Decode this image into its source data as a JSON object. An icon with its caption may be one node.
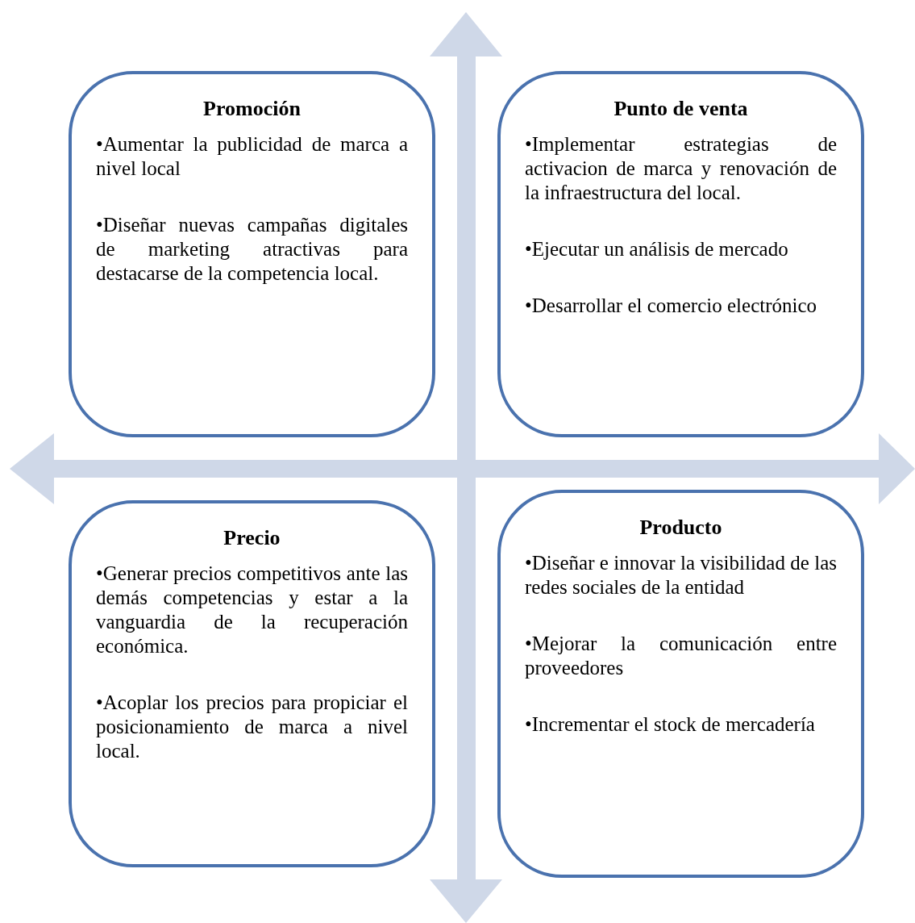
{
  "diagram": {
    "nodes": [
      {
        "text": [
          "Promoción",
          "•Aumentar la publicidad de marca a nivel local",
          "•Diseñar nuevas campañas digitales de marketing atractivas para destacarse de la competencia local."
        ]
      },
      {
        "text": [
          "Punto de venta",
          "•Implementar estrategias de activacion de marca y renovación de la infraestructura del local.",
          "•Ejecutar un análisis de mercado",
          "•Desarrollar el comercio electrónico"
        ]
      },
      {
        "text": [
          "Precio",
          "•Generar precios competitivos ante las demás competencias y estar a la vanguardia de la recuperación económica.",
          "•Acoplar los precios para propiciar el posicionamiento de marca a nivel local."
        ]
      },
      {
        "text": [
          "Producto",
          "•Diseñar e innovar la visibilidad de las redes sociales de la entidad",
          "•Mejorar la comunicación entre proveedores",
          "•Incrementar el stock de mercadería"
        ]
      }
    ]
  }
}
